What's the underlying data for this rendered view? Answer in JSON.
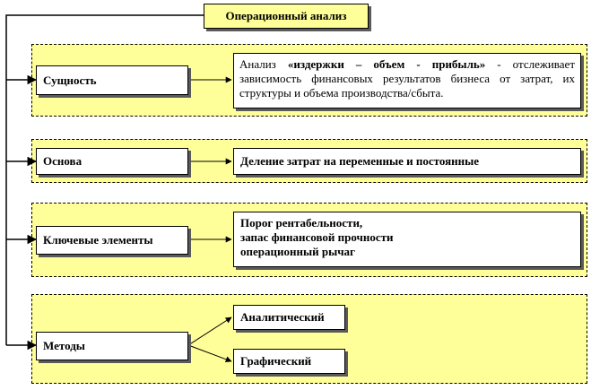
{
  "title": "Операционный анализ",
  "sections": [
    {
      "label": "Сущность",
      "description": {
        "prefix": "Анализ ",
        "emphasis": "«издержки – объем - прибыль»",
        "suffix": " - отслеживает зависимость финансовых результатов бизнеса от затрат, их структуры  и объема производства/сбыта."
      }
    },
    {
      "label": "Основа",
      "description": "Деление затрат на переменные и постоянные"
    },
    {
      "label": "Ключевые элементы",
      "lines": [
        "Порог рентабельности,",
        "запас финансовой прочности",
        "операционный рычаг"
      ]
    },
    {
      "label": "Методы",
      "methods": [
        "Аналитический",
        "Графический"
      ]
    }
  ]
}
